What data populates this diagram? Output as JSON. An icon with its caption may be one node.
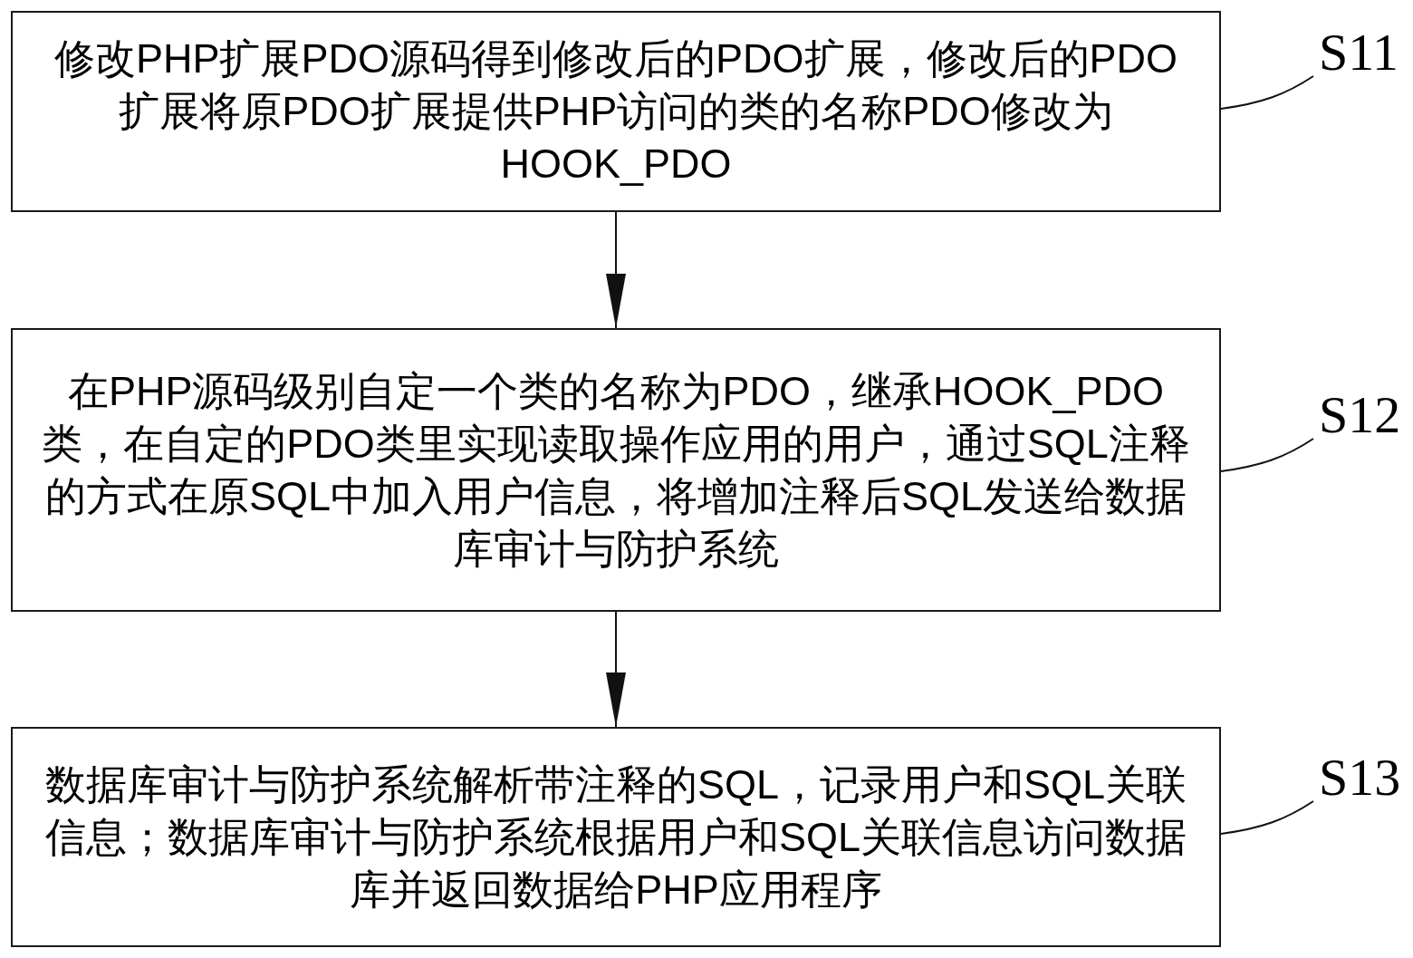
{
  "diagram": {
    "nodes": [
      {
        "text": [
          "修改PHP扩展PDO源码得到修改后的PDO扩展，修改后的PDO扩展将原PDO扩展提供PHP访问的类的名称PDO修改为HOOK_PDO"
        ]
      },
      {
        "text": [
          "S11"
        ]
      },
      {
        "text": [
          "在PHP源码级别自定一个类的名称为PDO，继承HOOK_PDO类，在自定的PDO类里实现读取操作应用的用户，通过SQL注释的方式在原SQL中加入用户信息，将增加注释后SQL发送给数据库审计与防护系统"
        ]
      },
      {
        "text": [
          "S12"
        ]
      },
      {
        "text": [
          "数据库审计与防护系统解析带注释的SQL，记录用户和SQL关联信息；数据库审计与防护系统根据用户和SQL关联信息访问数据库并返回数据给PHP应用程序"
        ]
      },
      {
        "text": [
          "S13"
        ]
      }
    ],
    "edges": [
      {
        "from": 0,
        "to": 2,
        "arrow": "to"
      },
      {
        "from": 2,
        "to": 4,
        "arrow": "to"
      },
      {
        "from": 1,
        "to": 0,
        "arrow": "none"
      },
      {
        "from": 3,
        "to": 2,
        "arrow": "none"
      },
      {
        "from": 5,
        "to": 4,
        "arrow": "none"
      }
    ]
  }
}
